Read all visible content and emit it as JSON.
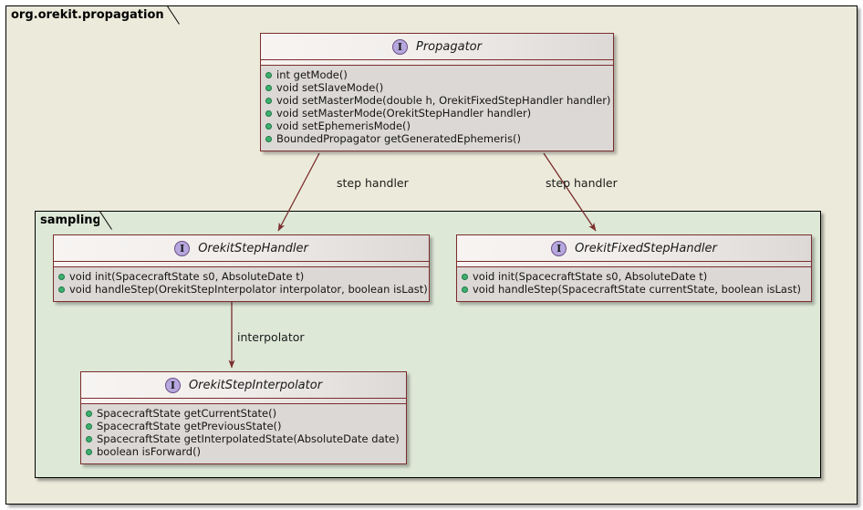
{
  "diagram": {
    "type": "uml-class-diagram",
    "outer_package": {
      "name": "org.orekit.propagation",
      "background": "#ecebdb"
    },
    "inner_package": {
      "name": "sampling",
      "background": "#dde8d7"
    },
    "colors": {
      "class_border": "#7b2d2d",
      "class_body": "#dbd8d5",
      "header_gradient_start": "#f7f4f2",
      "header_gradient_end": "#dcd9d6",
      "interface_icon_fill": "#b6a8de",
      "interface_icon_border": "#6c4f84",
      "visibility_public": "#3fae6f",
      "edge_stroke": "#7b2d2d",
      "package_border": "#000000"
    },
    "classes": [
      {
        "id": "propagator",
        "stereotype_icon": "interface-icon",
        "stereotype_letter": "I",
        "name": "Propagator",
        "members": [
          "int getMode()",
          "void setSlaveMode()",
          "void setMasterMode(double h, OrekitFixedStepHandler handler)",
          "void setMasterMode(OrekitStepHandler handler)",
          "void setEphemerisMode()",
          "BoundedPropagator getGeneratedEphemeris()"
        ]
      },
      {
        "id": "orekitstephandler",
        "stereotype_icon": "interface-icon",
        "stereotype_letter": "I",
        "name": "OrekitStepHandler",
        "members": [
          "void init(SpacecraftState s0, AbsoluteDate t)",
          "void handleStep(OrekitStepInterpolator interpolator, boolean isLast)"
        ]
      },
      {
        "id": "orekitfixedstephandler",
        "stereotype_icon": "interface-icon",
        "stereotype_letter": "I",
        "name": "OrekitFixedStepHandler",
        "members": [
          "void init(SpacecraftState s0, AbsoluteDate t)",
          "void handleStep(SpacecraftState currentState, boolean isLast)"
        ]
      },
      {
        "id": "orekitstepinterpolator",
        "stereotype_icon": "interface-icon",
        "stereotype_letter": "I",
        "name": "OrekitStepInterpolator",
        "members": [
          "SpacecraftState getCurrentState()",
          "SpacecraftState getPreviousState()",
          "SpacecraftState getInterpolatedState(AbsoluteDate date)",
          "boolean isForward()"
        ]
      }
    ],
    "edges": [
      {
        "id": "propagator-to-orekitstephandler",
        "from": "propagator",
        "to": "orekitstephandler",
        "label": "step handler"
      },
      {
        "id": "propagator-to-orekitfixedstephandler",
        "from": "propagator",
        "to": "orekitfixedstephandler",
        "label": "step handler"
      },
      {
        "id": "orekitstephandler-to-orekitstepinterpolator",
        "from": "orekitstephandler",
        "to": "orekitstepinterpolator",
        "label": "interpolator"
      }
    ]
  }
}
